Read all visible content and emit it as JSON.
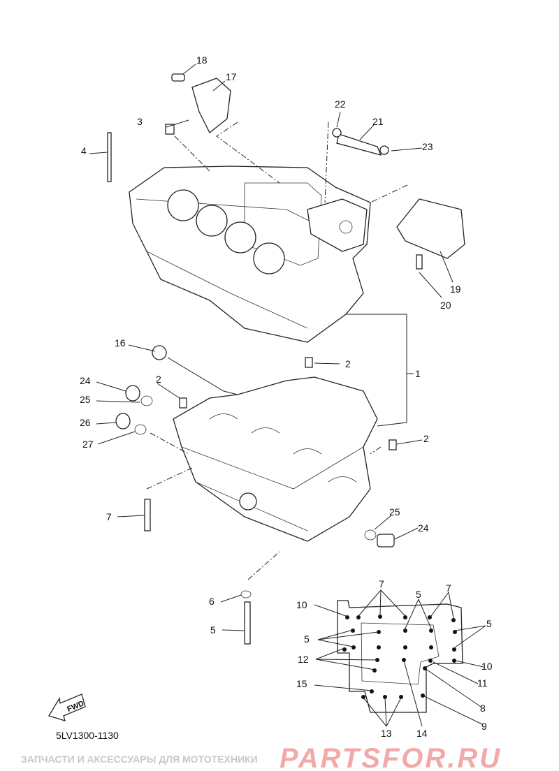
{
  "diagram": {
    "code": "5LV1300-1130",
    "fwd_label": "FWD",
    "callouts": [
      "18",
      "17",
      "22",
      "21",
      "23",
      "3",
      "4",
      "19",
      "20",
      "16",
      "2",
      "1",
      "24",
      "2",
      "25",
      "26",
      "27",
      "2",
      "25",
      "24",
      "7",
      "6",
      "5"
    ],
    "detail_callouts": [
      "10",
      "7",
      "5",
      "7",
      "5",
      "5",
      "12",
      "10",
      "11",
      "15",
      "8",
      "9",
      "13",
      "14"
    ]
  },
  "watermark": {
    "line1": "ЗАПЧАСТИ И АКСЕССУАРЫ ДЛЯ МОТОТЕХНИКИ",
    "line2": "PARTSFOR.RU"
  }
}
